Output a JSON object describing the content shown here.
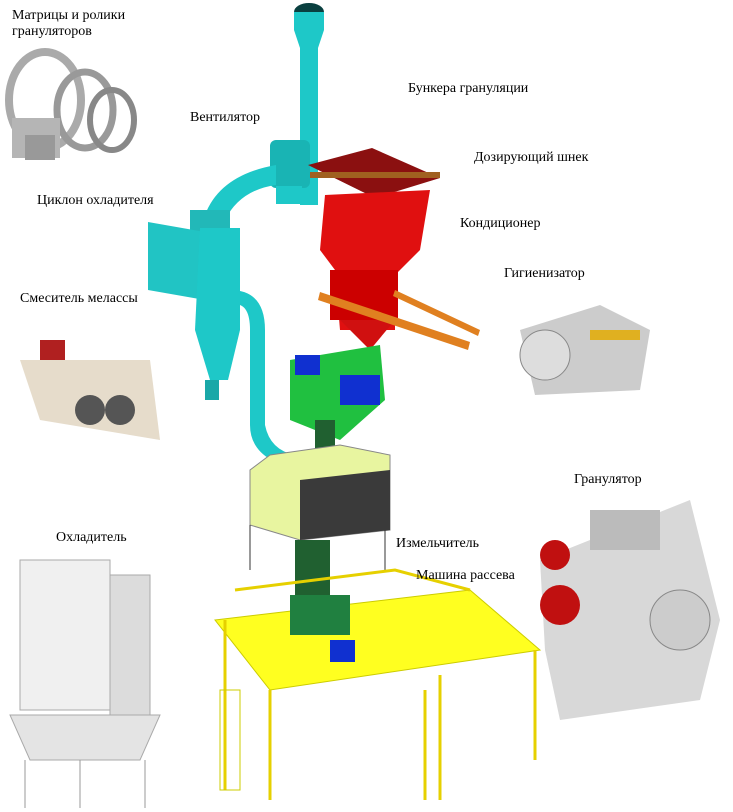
{
  "labels": {
    "dies_rollers_line1": "Матрицы и ролики",
    "dies_rollers_line2": "грануляторов",
    "fan": "Вентилятор",
    "pellet_bins": "Бункера грануляции",
    "dosing_screw": "Дозирующий шнек",
    "cooler_cyclone": "Циклон охладителя",
    "conditioner": "Кондиционер",
    "hygienizer": "Гигиенизатор",
    "molasses_mixer": "Смеситель мелассы",
    "pelletizer": "Гранулятор",
    "cooler": "Охладитель",
    "crusher": "Измельчитель",
    "sifter": "Машина рассева"
  },
  "colors": {
    "duct": "#1ec8c8",
    "bin": "#e01010",
    "bin_top": "#8b1010",
    "pellet_mill": "#20c040",
    "cooler_box": "#e8f5a0",
    "platform": "#ffff20",
    "beam": "#e08020"
  }
}
